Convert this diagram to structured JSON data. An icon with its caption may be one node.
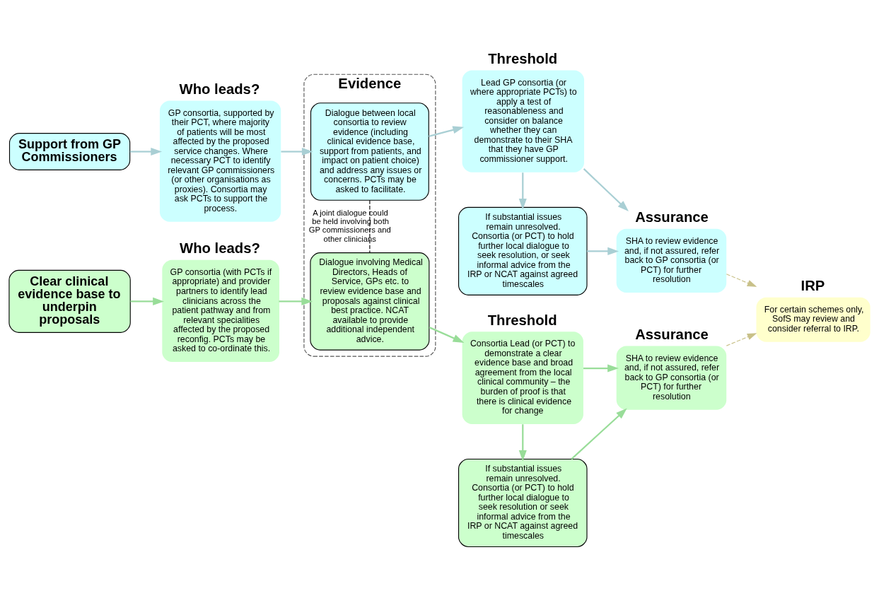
{
  "diagram": {
    "nodes": [
      {
        "text": [
          "Support from GP Commissioners"
        ]
      },
      {
        "text": [
          "Who leads?",
          "GP consortia, supported by their PCT, where majority of patients will be most affected by the proposed service changes. Where necessary PCT to identify relevant GP commissioners (or other organisations as proxies). Consortia may ask PCTs to support the process."
        ]
      },
      {
        "text": [
          "Evidence"
        ]
      },
      {
        "text": [
          "Dialogue between local consortia to review evidence (including clinical evidence base, support from patients, and impact on patient choice) and address any issues or concerns. PCTs may be asked to facilitate."
        ],
        "in": 2
      },
      {
        "text": [
          "Dialogue involving Medical Directors, Heads of Service, GPs etc. to review evidence base and proposals against clinical best practice. NCAT available to provide additional independent advice."
        ],
        "in": 2
      },
      {
        "text": [
          "Threshold",
          "Lead GP consortia (or where appropriate PCTs) to apply a test of reasonableness and consider on balance whether they can demonstrate to their SHA that they have GP commissioner support."
        ]
      },
      {
        "text": [
          "If substantial issues remain unresolved. Consortia (or PCT) to hold further local dialogue to seek resolution, or seek informal advice from the IRP or NCAT against agreed timescales"
        ]
      },
      {
        "text": [
          "Assurance",
          "SHA to review evidence and, if not assured, refer back to GP consortia (or PCT) for further resolution"
        ]
      },
      {
        "text": [
          "IRP",
          "For certain schemes only, SofS may review and consider referral to IRP."
        ]
      },
      {
        "text": [
          "Clear clinical evidence base to underpin proposals"
        ]
      },
      {
        "text": [
          "Who leads?",
          "GP consortia (with PCTs if appropriate) and provider partners to identify lead clinicians across the patient pathway and from relevant specialities affected by the proposed reconfig. PCTs may be asked to co-ordinate this."
        ]
      },
      {
        "text": [
          "Threshold",
          "Consortia Lead (or PCT) to demonstrate a clear evidence base and broad agreement from the local clinical community – the burden of proof is that there is clinical evidence for change"
        ]
      },
      {
        "text": [
          "If substantial issues remain unresolved. Consortia (or PCT) to hold further local dialogue to seek resolution or seek informal advice from the IRP or NCAT against agreed timescales"
        ]
      },
      {
        "text": [
          "Assurance",
          "SHA to review evidence and, if not assured, refer back to GP consortia (or PCT) for further resolution"
        ]
      }
    ],
    "edges": [
      {
        "from": 0,
        "to": 1,
        "arrow": "to",
        "color": "#a9cfd4"
      },
      {
        "from": 1,
        "to": 3,
        "arrow": "to",
        "color": "#a9cfd4"
      },
      {
        "from": 3,
        "to": 5,
        "arrow": "to",
        "color": "#a9cfd4"
      },
      {
        "from": 5,
        "to": 6,
        "arrow": "to",
        "color": "#a9cfd4"
      },
      {
        "from": 6,
        "to": 7,
        "arrow": "to",
        "color": "#a9cfd4"
      },
      {
        "from": 5,
        "to": 7,
        "arrow": "to",
        "color": "#a9cfd4"
      },
      {
        "from": 7,
        "to": 8,
        "arrow": "to",
        "style": "dashed",
        "color": "#c8c088"
      },
      {
        "from": 3,
        "to": 4,
        "arrow": "none",
        "style": "dashed",
        "color": "#000000",
        "label": "A joint dialogue could be held involving both GP commissioners and other clinicians"
      },
      {
        "from": 9,
        "to": 10,
        "arrow": "to",
        "color": "#99dd99"
      },
      {
        "from": 10,
        "to": 4,
        "arrow": "to",
        "color": "#99dd99"
      },
      {
        "from": 4,
        "to": 11,
        "arrow": "to",
        "color": "#99dd99"
      },
      {
        "from": 11,
        "to": 12,
        "arrow": "to",
        "color": "#99dd99"
      },
      {
        "from": 12,
        "to": 13,
        "arrow": "to",
        "color": "#99dd99"
      },
      {
        "from": 11,
        "to": 13,
        "arrow": "to",
        "color": "#99dd99"
      },
      {
        "from": 13,
        "to": 8,
        "arrow": "to",
        "style": "dashed",
        "color": "#c8c088"
      }
    ]
  }
}
